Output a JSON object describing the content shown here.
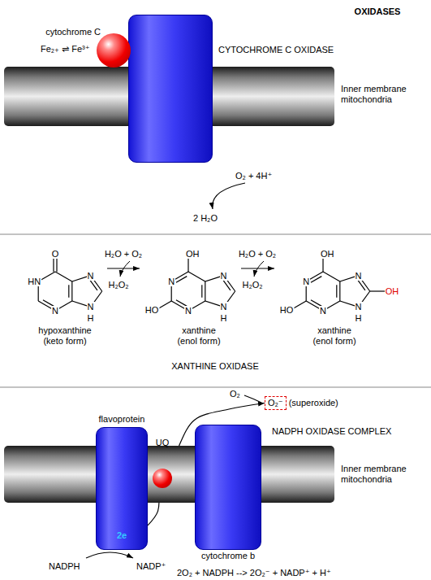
{
  "diagram": {
    "title": "OXIDASES",
    "nodes": [
      {
        "text": [
          "Inner membrane mitochondria"
        ]
      },
      {
        "text": [
          "CYTOCHROME C OXIDASE"
        ]
      },
      {
        "text": [
          "cytochrome C"
        ]
      },
      {
        "text": [
          "O₂⁻",
          "(superoxide)"
        ]
      },
      {
        "text": [
          "Inner membrane mitochondria"
        ]
      },
      {
        "text": [
          "flavoprotein",
          "2e"
        ]
      },
      {
        "text": [
          "UQ"
        ]
      },
      {
        "text": [
          "cytochrome b"
        ]
      }
    ],
    "edges": [
      {
        "from": 5,
        "to": 6,
        "arrow": "to"
      },
      {
        "from": 6,
        "to": 3,
        "arrow": "to"
      }
    ],
    "labels": [
      "Fe₂₊ ⇌ Fe³⁺",
      "O₂ + 4H⁺",
      "2 H₂O",
      "O",
      "HN",
      "N",
      "N",
      "N",
      "H",
      "hypoxanthine",
      "(keto form)",
      "H₂O + O₂",
      "H₂O₂",
      "OH",
      "N",
      "N",
      "HO",
      "N",
      "N",
      "H",
      "xanthine",
      "(enol form)",
      "H₂O + O₂",
      "H₂O₂",
      "OH",
      "N",
      "N",
      "HO",
      "N",
      "OH",
      "N",
      "H",
      "xanthine",
      "(enol form)",
      "XANTHINE OXIDASE",
      "NADPH OXIDASE COMPLEX",
      "O₂",
      "NADPH",
      "NADP⁺",
      "2O₂ + NADPH --> 2O₂⁻ + NADP⁺ + H⁺"
    ]
  }
}
